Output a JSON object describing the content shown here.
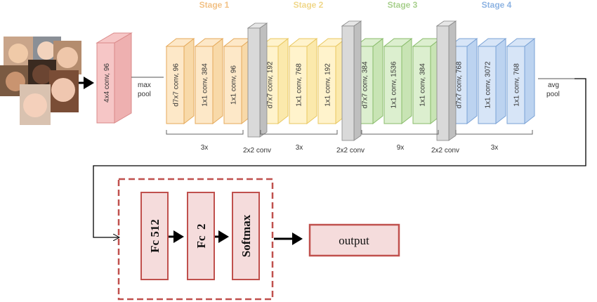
{
  "stages": [
    {
      "title": "Stage 1",
      "color": "#f2c185",
      "fill": "#fde8c8",
      "side": "#f8d9a8",
      "stroke": "#e5a95a",
      "blocks": [
        "d7x7 conv, 96",
        "1x1 conv, 384",
        "1x1 conv, 96"
      ],
      "repeat": "3x"
    },
    {
      "title": "Stage 2",
      "color": "#f0d78a",
      "fill": "#fff3cc",
      "side": "#fbe9ac",
      "stroke": "#e8c760",
      "blocks": [
        "d7x7 conv, 192",
        "1x1 conv, 768",
        "1x1 conv, 192"
      ],
      "repeat": "3x"
    },
    {
      "title": "Stage 3",
      "color": "#a8d08d",
      "fill": "#dcefcf",
      "side": "#c8e4b4",
      "stroke": "#88bb6a",
      "blocks": [
        "d7x7 conv, 384",
        "1x1 conv, 1536",
        "1x1 conv, 384"
      ],
      "repeat": "9x"
    },
    {
      "title": "Stage 4",
      "color": "#8db3e2",
      "fill": "#d7e5f7",
      "side": "#bcd3f0",
      "stroke": "#7aa2d6",
      "blocks": [
        "d7x7 conv, 768",
        "1x1 conv, 3072",
        "1x1 conv, 768"
      ],
      "repeat": "3x"
    }
  ],
  "stem": {
    "label": "4x4 conv, 96",
    "fill": "#f6c6c6",
    "side": "#eeb0b0",
    "stroke": "#d98888"
  },
  "max_pool": [
    "max",
    "pool"
  ],
  "avg_pool": [
    "avg",
    "pool"
  ],
  "downsample_label": "2x2 conv",
  "head": {
    "blocks": [
      "Fc 512",
      "Fc  2",
      "Softmax"
    ],
    "output": "output",
    "box_fill": "#f5dcdc",
    "box_stroke": "#c0504d"
  }
}
